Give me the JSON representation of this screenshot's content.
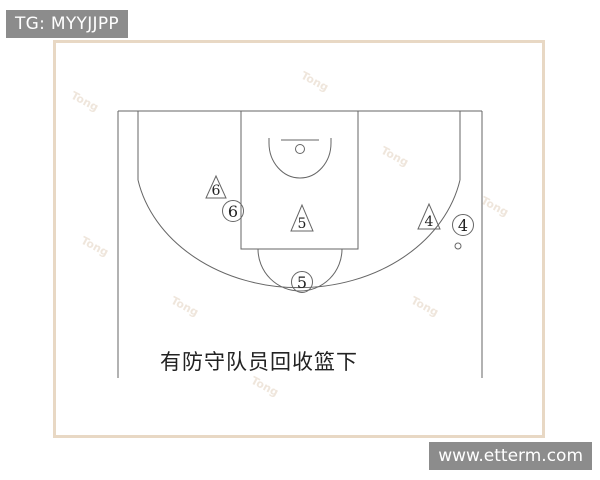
{
  "labels": {
    "top_tag": "TG: MYYJJPP",
    "bottom_tag": "www.etterm.com",
    "caption": "有防守队员回收篮下"
  },
  "players": {
    "attacker_6": "6",
    "defender_6": "6",
    "defender_5_paint": "5",
    "attacker_5": "5",
    "defender_4": "4",
    "attacker_4": "4"
  },
  "colors": {
    "line": "#666666",
    "frame": "#e8d8c4",
    "tag_bg": "#8c8c8c",
    "text": "#222222"
  }
}
